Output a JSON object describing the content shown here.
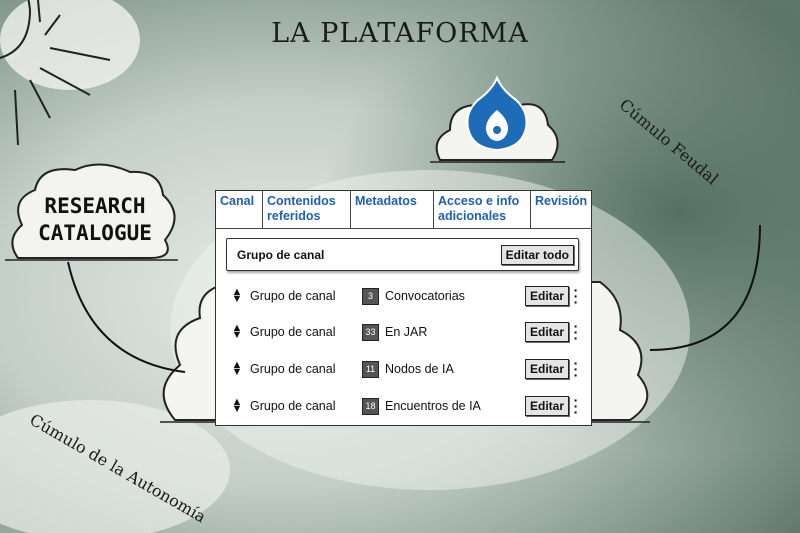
{
  "title": "LA PLATAFORMA",
  "labels": {
    "research": "RESEARCH CATALOGUE",
    "feudal": "Cúmulo Feudal",
    "autonomia": "Cúmulo de la Autonomía"
  },
  "tabs": [
    {
      "label": "Canal"
    },
    {
      "label": "Contenidos referidos"
    },
    {
      "label": "Metadatos"
    },
    {
      "label": "Acceso e info adicionales"
    },
    {
      "label": "Revisión"
    }
  ],
  "group": {
    "title": "Grupo de canal",
    "edit_all": "Editar todo"
  },
  "rows": [
    {
      "group": "Grupo de canal",
      "count": "3",
      "name": "Convocatorias",
      "edit": "Editar"
    },
    {
      "group": "Grupo de canal",
      "count": "33",
      "name": "En JAR",
      "edit": "Editar"
    },
    {
      "group": "Grupo de canal",
      "count": "11",
      "name": "Nodos de IA",
      "edit": "Editar"
    },
    {
      "group": "Grupo de canal",
      "count": "18",
      "name": "Encuentros de IA",
      "edit": "Editar"
    }
  ],
  "colors": {
    "tab_text": "#1f5fb3",
    "logo": "#1e6bb8"
  }
}
